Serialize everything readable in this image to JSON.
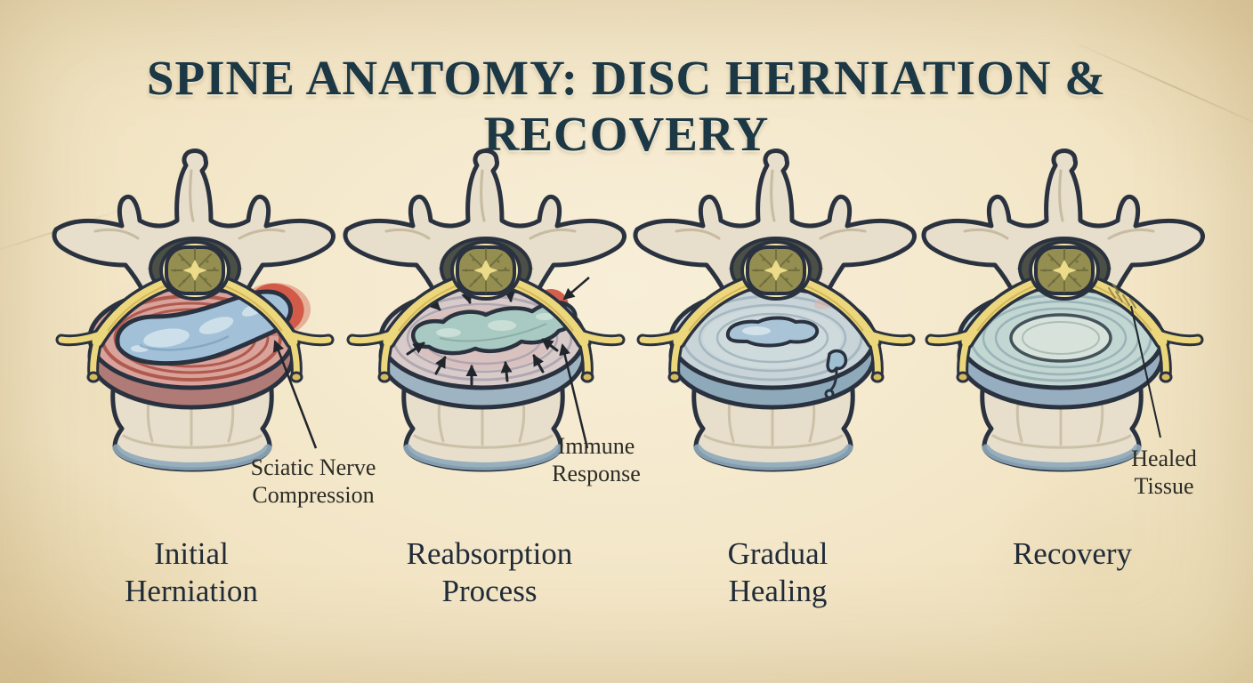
{
  "title": "SPINE ANATOMY: DISC HERNIATION & RECOVERY",
  "stages": [
    {
      "id": "initial-herniation",
      "label_line1": "Initial",
      "label_line2": "Herniation",
      "annotation": {
        "line1": "Sciatic Nerve",
        "line2": "Compression"
      }
    },
    {
      "id": "reabsorption-process",
      "label_line1": "Reabsorption",
      "label_line2": "Process",
      "annotation": {
        "line1": "Immune",
        "line2": "Response"
      }
    },
    {
      "id": "gradual-healing",
      "label_line1": "Gradual",
      "label_line2": "Healing",
      "annotation": null
    },
    {
      "id": "recovery",
      "label_line1": "Recovery",
      "label_line2": "",
      "annotation": {
        "line1": "Healed",
        "line2": "Tissue"
      }
    }
  ],
  "colors": {
    "bgCenter": "#f8efd9",
    "bgMid": "#f3e6c7",
    "bgEdge": "#eadbb2",
    "titleColor": "#1c3845",
    "labelColor": "#202b37",
    "annotationColor": "#2b2b26",
    "outline": "#2a3240",
    "bone": "#e7decb",
    "boneShade": "#b3a686",
    "canal": "#4b4f45",
    "cordOlive": "#948e51",
    "cordLight": "#ecdc8a",
    "dura": "#f4e7ae",
    "nerve": "#ecd77c",
    "nerveDeep": "#d8ba5e",
    "annulusPink": "#d9a29a",
    "ringRed": "#a94e41",
    "hotRed": "#cc4534",
    "nucleusBlue": "#a2c1d8",
    "nucleusLight": "#d5e6ee",
    "reabsorbBlob": "#a9cac2",
    "discMauve": "#d8cbca",
    "discBlueGray": "#c8d4d8",
    "healedTeal": "#c2d6d2",
    "healedInner": "#d7e3da",
    "rimBlue": "#8ea9ba",
    "arrowDark": "#20262c"
  }
}
